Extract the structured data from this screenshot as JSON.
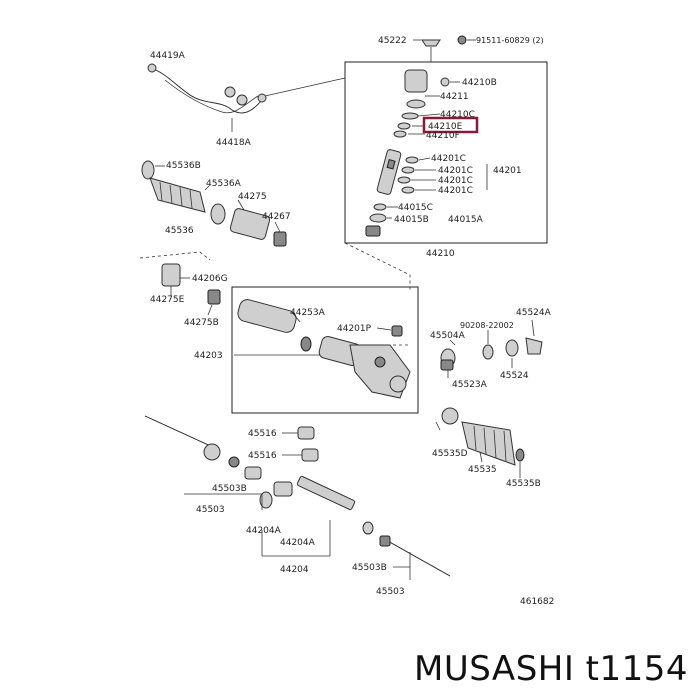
{
  "highlight_color": "#8b1a3a",
  "labels": {
    "p44419A": "44419A",
    "p44418A": "44418A",
    "p45222": "45222",
    "p91511": "91511-60829 (2)",
    "p44210B": "44210B",
    "p44211": "44211",
    "p44210C": "44210C",
    "p44210E": "44210E",
    "p44210F": "44210F",
    "p44201C_1": "44201C",
    "p44201C_2": "44201C",
    "p44201C_3": "44201C",
    "p44201C_4": "44201C",
    "p44201": "44201",
    "p44015C": "44015C",
    "p44015B": "44015B",
    "p44015A": "44015A",
    "p44210": "44210",
    "p45536B": "45536B",
    "p45536A": "45536A",
    "p44275": "44275",
    "p44267": "44267",
    "p45536": "45536",
    "p44206G": "44206G",
    "p44275E": "44275E",
    "p44275B": "44275B",
    "p44253A": "44253A",
    "p44201P": "44201P",
    "p44203": "44203",
    "p45504A": "45504A",
    "p90208": "90208-22002",
    "p45524A": "45524A",
    "p45523A": "45523A",
    "p45524": "45524",
    "p45516_1": "45516",
    "p45516_2": "45516",
    "p45535D": "45535D",
    "p45535": "45535",
    "p45535B": "45535B",
    "p45503B_1": "45503B",
    "p45503_1": "45503",
    "p44204A_1": "44204A",
    "p44204A_2": "44204A",
    "p44204": "44204",
    "p45503B_2": "45503B",
    "p45503_2": "45503",
    "p461682": "461682"
  },
  "brand_caption": "MUSASHI t1154"
}
